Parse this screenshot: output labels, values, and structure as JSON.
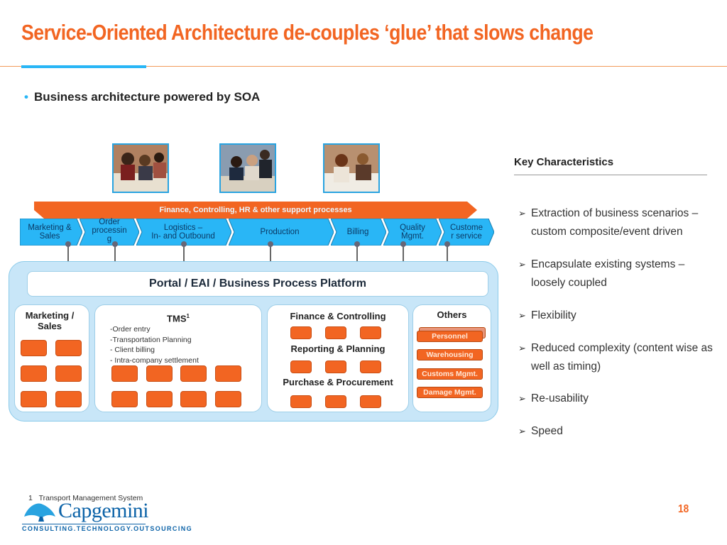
{
  "slide": {
    "title": "Service-Oriented Architecture de-couples ‘glue’ that slows change",
    "bullet": "Business architecture powered by SOA",
    "page_number": "18"
  },
  "support_bar": {
    "label": "Finance, Controlling, HR & other support processes"
  },
  "processes": [
    {
      "label": "Marketing &\nSales"
    },
    {
      "label": "Order\nprocessin\ng"
    },
    {
      "label": "Logistics –\nIn- and Outbound"
    },
    {
      "label": "Production"
    },
    {
      "label": "Billing"
    },
    {
      "label": "Quality\nMgmt."
    },
    {
      "label": "Custome\nr service"
    }
  ],
  "platform": {
    "portal_label": "Portal / EAI / Business Process Platform",
    "marketing": {
      "title": "Marketing /\nSales"
    },
    "tms": {
      "title": "TMS",
      "superscript": "1",
      "items": [
        "-Order entry",
        "-Transportation Planning",
        "- Client billing",
        "- Intra-company settlement"
      ]
    },
    "finance": {
      "titles": [
        "Finance & Controlling",
        "Reporting & Planning",
        "Purchase & Procurement"
      ]
    },
    "others": {
      "title": "Others",
      "items": [
        "Personnel",
        "Warehousing",
        "Customs Mgmt.",
        "Damage Mgmt."
      ]
    }
  },
  "key_characteristics": {
    "title": "Key Characteristics",
    "items": [
      "Extraction of business scenarios – custom composite/event driven",
      "Encapsulate existing systems – loosely coupled",
      "Flexibility",
      "Reduced complexity  (content wise as well as timing)",
      "Re-usability",
      "Speed"
    ]
  },
  "footer": {
    "footnote_number": "1",
    "footnote_text": "Transport Management System",
    "logo_text": "Capgemini",
    "logo_tagline": "CONSULTING.TECHNOLOGY.OUTSOURCING"
  },
  "colors": {
    "accent_orange": "#f26522",
    "accent_blue": "#29b6f6",
    "platform_blue": "#c8e6f8"
  }
}
